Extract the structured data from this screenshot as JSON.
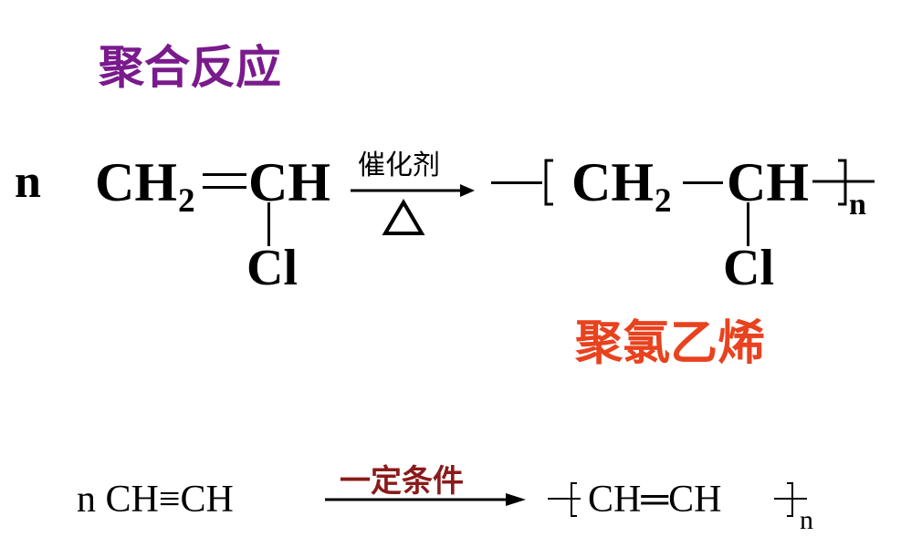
{
  "title": "聚合反应",
  "colors": {
    "title": "#7A1A8C",
    "product_name": "#E8421E",
    "condition2": "#8B1A1A",
    "text": "#000000"
  },
  "reaction1": {
    "coefficient": "n",
    "reactant_left": "CH",
    "reactant_left_sub": "2",
    "double_bond": "═",
    "reactant_right": "CH",
    "reactant_substituent": "Cl",
    "catalyst": "催化剂",
    "heat_symbol": "△",
    "product_left": "CH",
    "product_left_sub": "2",
    "product_right": "CH",
    "product_substituent": "Cl",
    "product_subscript": "n",
    "product_name": "聚氯乙烯"
  },
  "reaction2": {
    "reactant": "n CH≡CH",
    "condition": "一定条件",
    "product": "CH═CH",
    "product_subscript": "n"
  }
}
